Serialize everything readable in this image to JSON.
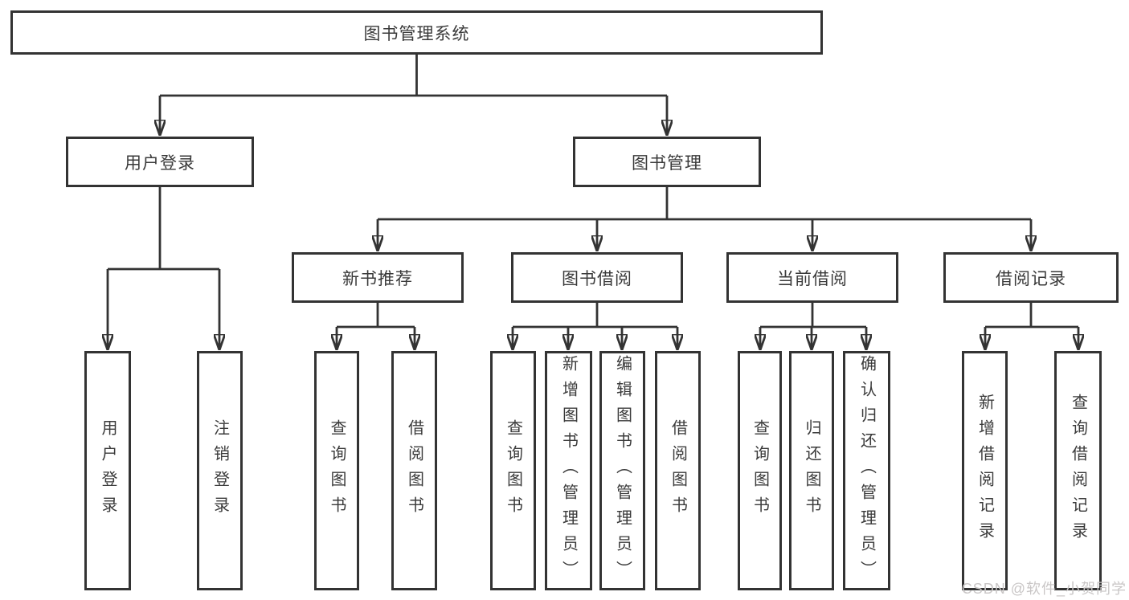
{
  "diagram": {
    "root": {
      "label": "图书管理系统"
    },
    "branches": {
      "user_login": {
        "label": "用户登录"
      },
      "book_management": {
        "label": "图书管理"
      },
      "new_book_recommend": {
        "label": "新书推荐"
      },
      "book_borrow": {
        "label": "图书借阅"
      },
      "current_borrow": {
        "label": "当前借阅"
      },
      "borrow_records": {
        "label": "借阅记录"
      }
    },
    "leaves": {
      "login": {
        "label": "用户登录"
      },
      "logout": {
        "label": "注销登录"
      },
      "recommend_query_books": {
        "label": "查询图书"
      },
      "recommend_borrow_books": {
        "label": "借阅图书"
      },
      "borrow_query_books": {
        "label": "查询图书"
      },
      "borrow_add_books": {
        "label": "新增图书（管理员）"
      },
      "borrow_edit_books": {
        "label": "编辑图书（管理员）"
      },
      "borrow_lend_books": {
        "label": "借阅图书"
      },
      "current_query_books": {
        "label": "查询图书"
      },
      "current_return_books": {
        "label": "归还图书"
      },
      "current_confirm_return": {
        "label": "确认归还（管理员）"
      },
      "records_add_record": {
        "label": "新增借阅记录"
      },
      "records_query_record": {
        "label": "查询借阅记录"
      }
    },
    "watermark": "CSDN @软件_小贺同学",
    "colors": {
      "line": "#333333",
      "text": "#3a3a3a",
      "background": "#ffffff",
      "watermark": "#c9c6c6"
    }
  }
}
